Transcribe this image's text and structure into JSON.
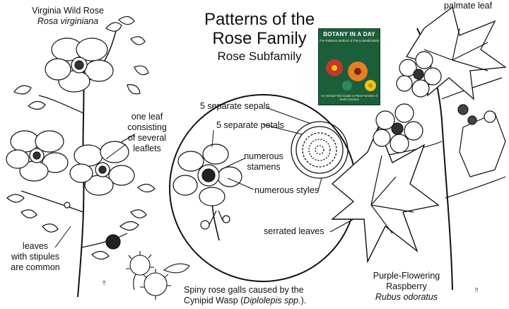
{
  "title_line1": "Patterns of the",
  "title_line2": "Rose Family",
  "subtitle": "Rose Subfamily",
  "labels": {
    "virginia_common": "Virginia Wild Rose",
    "virginia_latin": "Rosa virginiana",
    "one_leaf_1": "one leaf",
    "one_leaf_2": "consisting",
    "one_leaf_3": "of several",
    "one_leaf_4": "leaflets",
    "stipules_1": "leaves",
    "stipules_2": "with stipules",
    "stipules_3": "are common",
    "sepals": "5 separate sepals",
    "petals": "5 separate petals",
    "stamens_1": "numerous",
    "stamens_2": "stamens",
    "styles": "numerous styles",
    "serrated": "serrated leaves",
    "palmate": "palmate leaf",
    "galls_1": "Spiny rose galls caused by the",
    "galls_2_pre": "Cynipid Wasp (",
    "galls_2_latin": "Diplolepis spp.",
    "galls_2_post": ").",
    "raspberry_1": "Purple-Flowering",
    "raspberry_2": "Raspberry",
    "raspberry_latin": "Rubus odoratus"
  },
  "book": {
    "title": "BOTANY IN A DAY",
    "tagline": "The Patterns Method of Plant Identification",
    "bottom_text": "An Herbal Field Guide to Plant Families of North America"
  },
  "colors": {
    "ink": "#111111",
    "book_green": "#1b5e3a",
    "book_flower_red": "#c0392b",
    "book_flower_orange": "#e67e22"
  }
}
